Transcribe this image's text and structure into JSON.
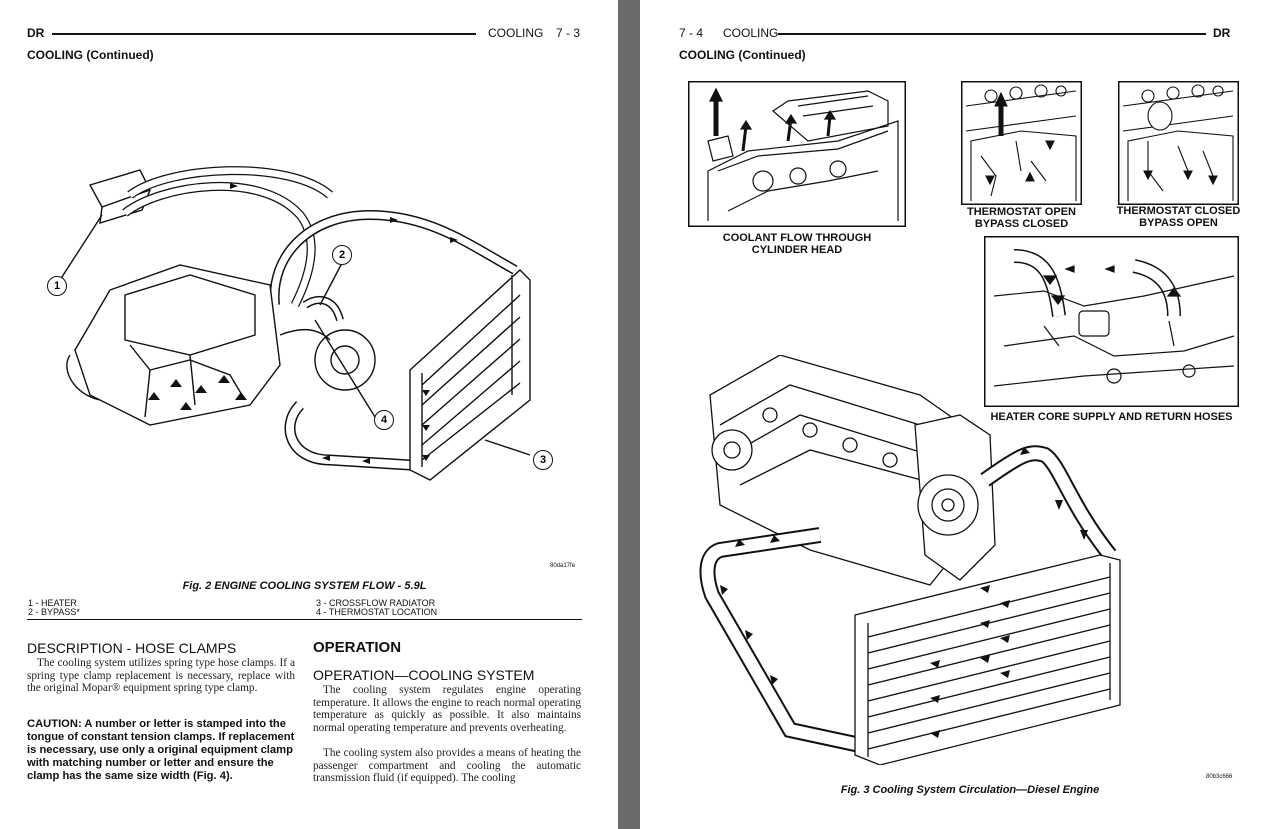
{
  "left_page": {
    "header": {
      "code": "DR",
      "section": "COOLING",
      "page": "7 - 3"
    },
    "subheader": "COOLING (Continued)",
    "figure2": {
      "callouts": [
        "1",
        "2",
        "3",
        "4"
      ],
      "code": "80da17fe",
      "caption": "Fig. 2 ENGINE COOLING SYSTEM FLOW - 5.9L",
      "legend": [
        "1 - HEATER",
        "2 - BYPASS*",
        "3 - CROSSFLOW RADIATOR",
        "4 - THERMOSTAT LOCATION"
      ]
    },
    "description": {
      "title": "DESCRIPTION - HOSE CLAMPS",
      "body": "The cooling system utilizes spring type hose clamps. If a spring type clamp replacement is necessary, replace with the original Mopar® equipment spring type clamp.",
      "caution": "CAUTION: A number or letter is stamped into the tongue of constant tension clamps. If replacement is necessary, use only a original equipment clamp with matching number or letter and ensure the clamp has the same size width (Fig. 4)."
    },
    "operation": {
      "title": "OPERATION",
      "subtitle": "OPERATION—COOLING SYSTEM",
      "para1": "The cooling system regulates engine operating temperature. It allows the engine to reach normal operating temperature as quickly as possible. It also maintains normal operating temperature and prevents overheating.",
      "para2": "The cooling system also provides a means of heating the passenger compartment and cooling the automatic transmission fluid (if equipped). The cooling"
    }
  },
  "right_page": {
    "header": {
      "page": "7 - 4",
      "section": "COOLING",
      "code": "DR"
    },
    "subheader": "COOLING (Continued)",
    "figure3": {
      "inset_labels": {
        "coolant_flow": "COOLANT FLOW THROUGH\nCYLINDER HEAD",
        "thermostat_open": "THERMOSTAT OPEN\nBYPASS CLOSED",
        "thermostat_closed": "THERMOSTAT CLOSED\nBYPASS OPEN",
        "heater_core": "HEATER CORE SUPPLY AND RETURN HOSES"
      },
      "code": "80b3c666",
      "caption": "Fig. 3 Cooling System Circulation—Diesel Engine"
    }
  }
}
